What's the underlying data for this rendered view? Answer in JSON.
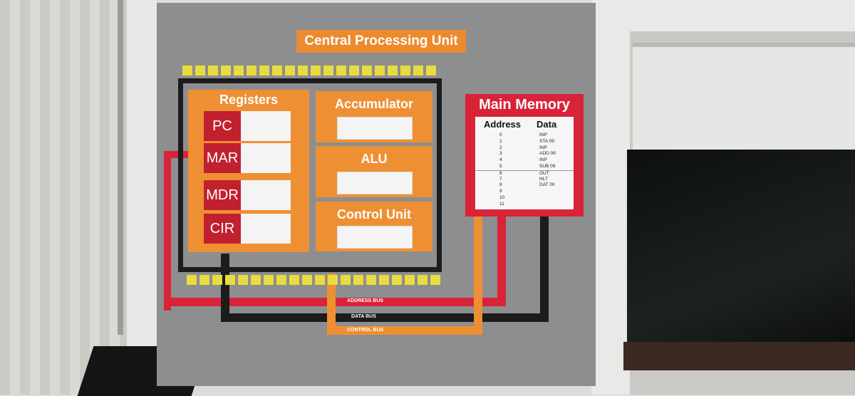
{
  "title": "Central Processing Unit",
  "registers": {
    "heading": "Registers",
    "items": [
      {
        "label": "PC"
      },
      {
        "label": "MAR"
      },
      {
        "label": "MDR"
      },
      {
        "label": "CIR"
      }
    ]
  },
  "accumulator": "Accumulator",
  "alu": "ALU",
  "control_unit": "Control Unit",
  "main_memory": {
    "title": "Main Memory",
    "address_header": "Address",
    "data_header": "Data",
    "rows": [
      {
        "address": "0",
        "data": "INP"
      },
      {
        "address": "1",
        "data": "STA 09"
      },
      {
        "address": "2",
        "data": "INP"
      },
      {
        "address": "3",
        "data": "ADD 09"
      },
      {
        "address": "4",
        "data": "INP"
      },
      {
        "address": "5",
        "data": "SUB 09"
      },
      {
        "address": "6",
        "data": "OUT"
      },
      {
        "address": "7",
        "data": "HLT"
      },
      {
        "address": "8",
        "data": "DAT 00"
      },
      {
        "address": "9",
        "data": ""
      },
      {
        "address": "10",
        "data": ""
      },
      {
        "address": "11",
        "data": ""
      }
    ]
  },
  "buses": {
    "address": "ADDRESS BUS",
    "data": "DATA BUS",
    "control": "CONTROL BUS"
  },
  "colors": {
    "board": "#8d8e90",
    "orange": "#ef8f33",
    "red": "#c1202f",
    "memory_red": "#d92338",
    "pin_yellow": "#e9dc3e",
    "bus_black": "#1c1c1c"
  }
}
